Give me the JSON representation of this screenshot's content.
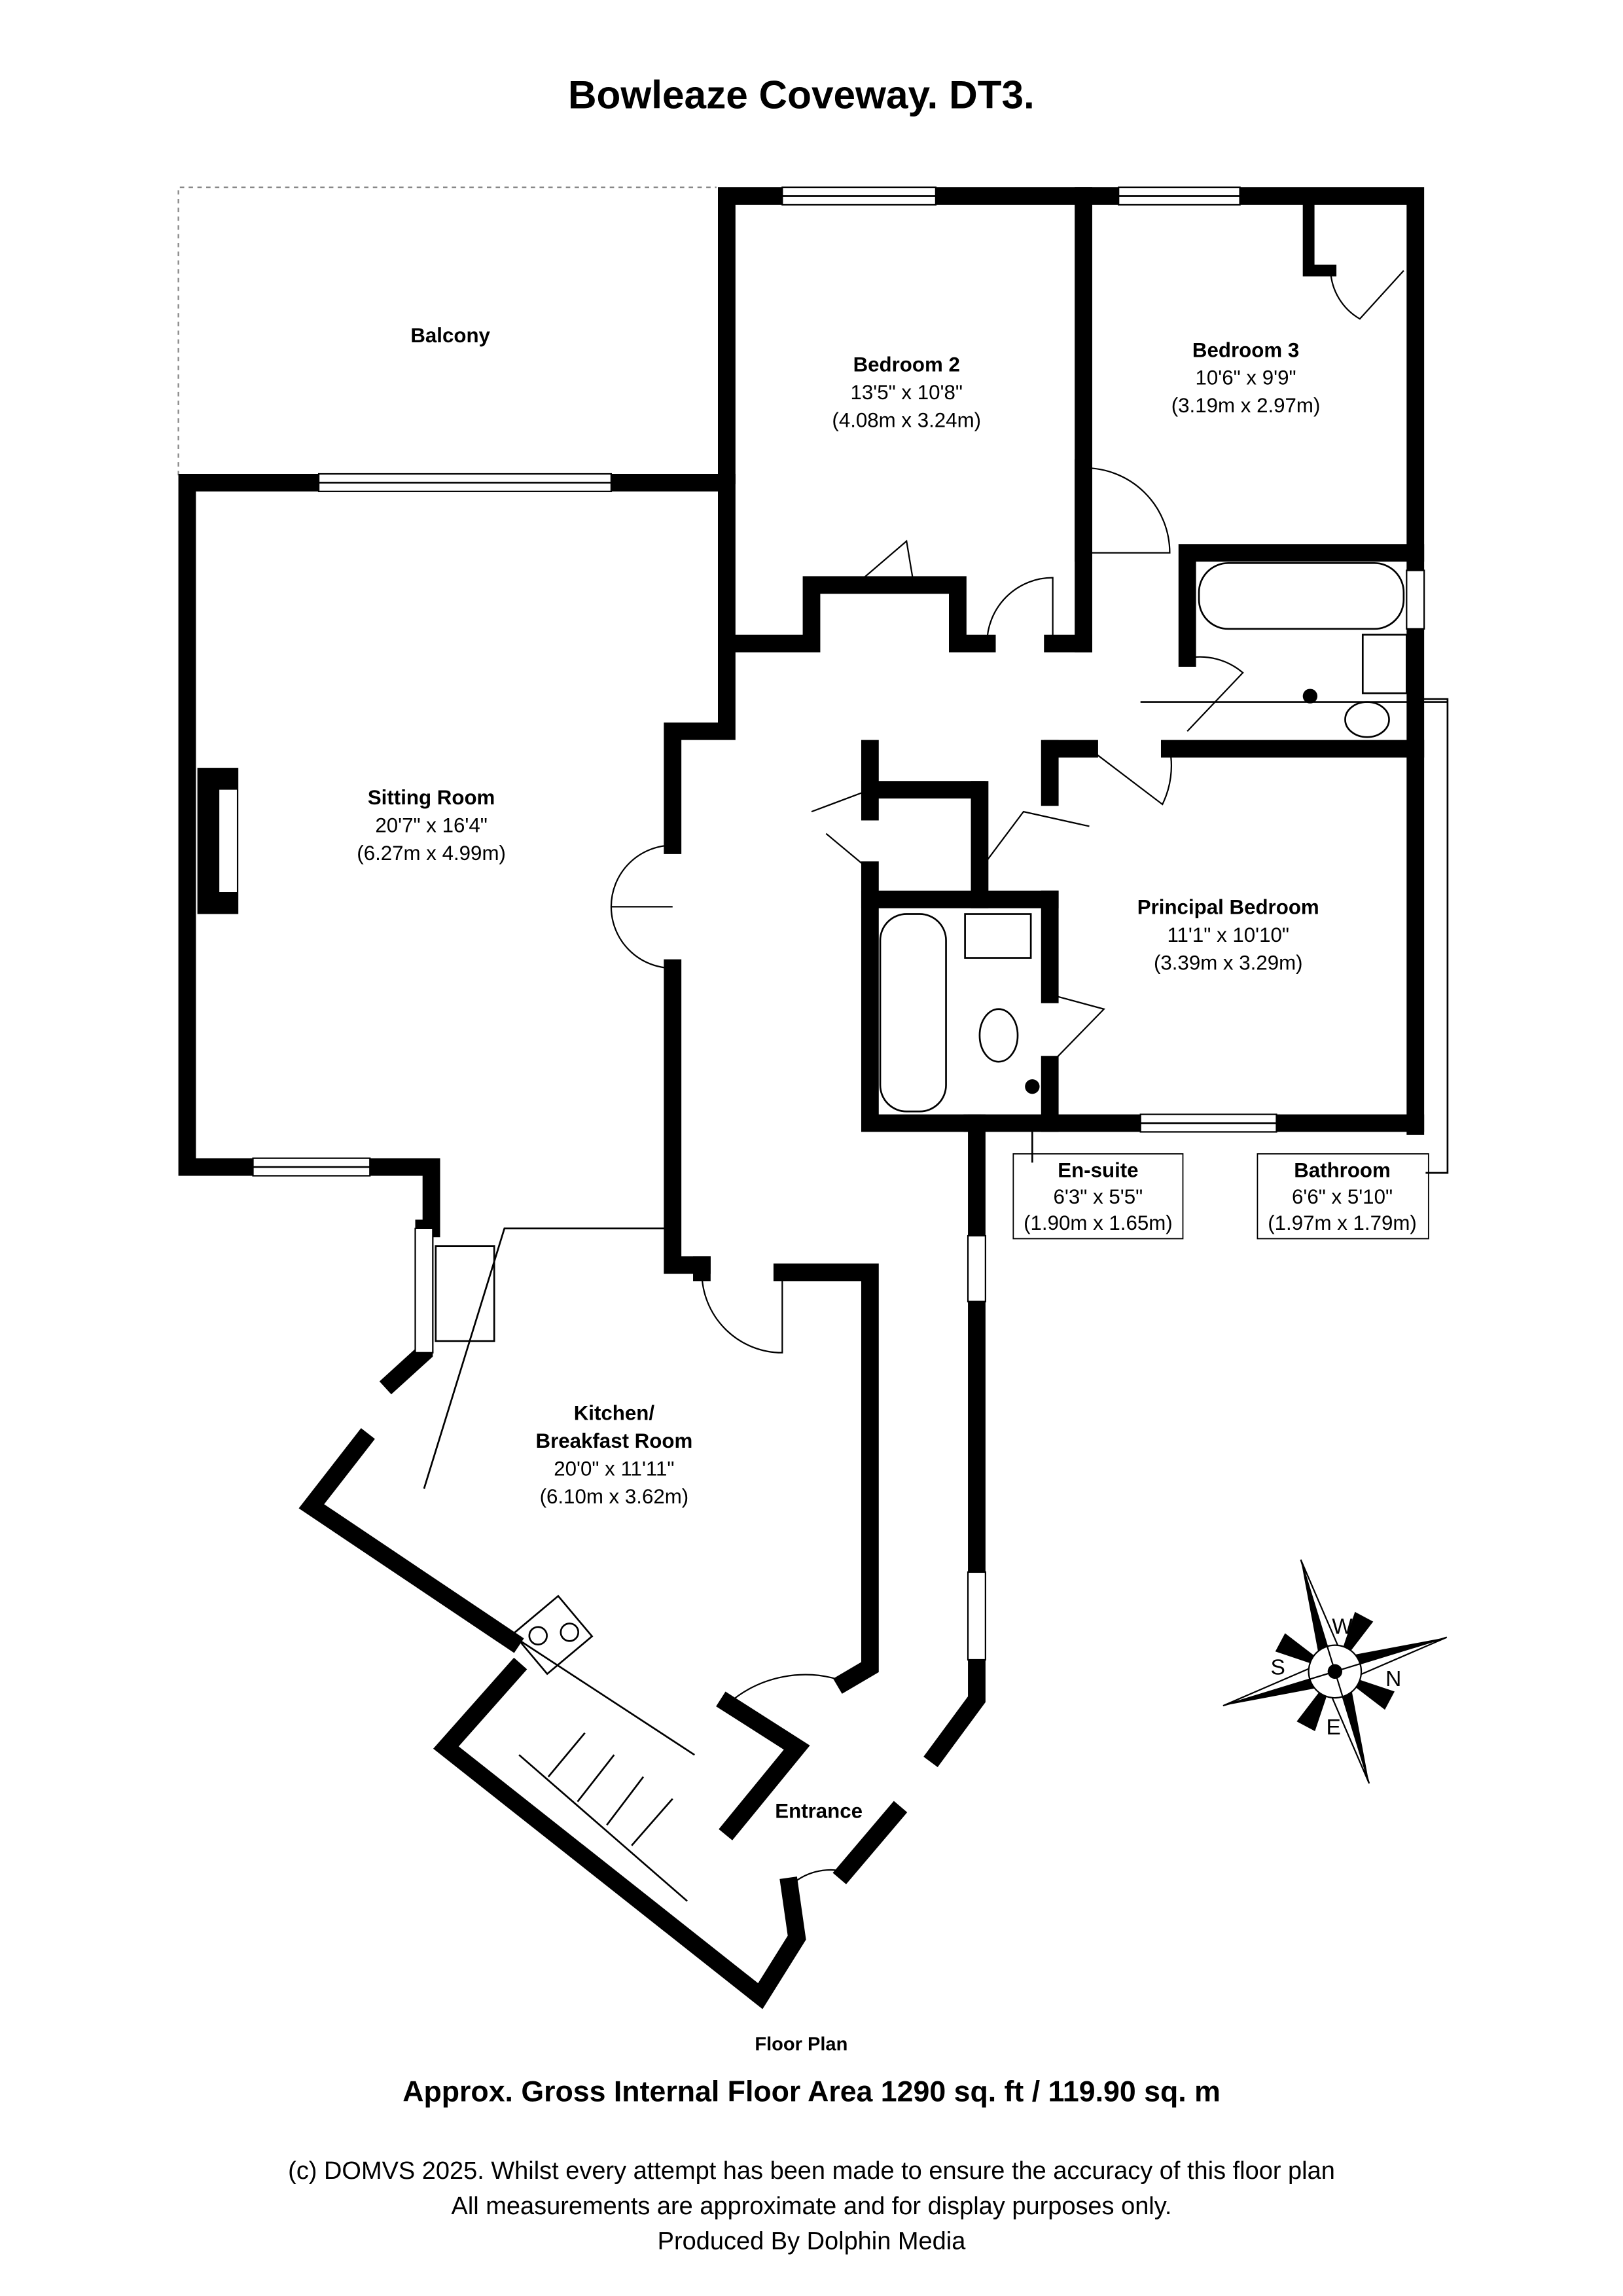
{
  "title": "Bowleaze Coveway. DT3.",
  "rooms": [
    {
      "name": "Balcony"
    },
    {
      "name": "Bedroom 2",
      "imperial": "13'5\" x 10'8\"",
      "metric": "(4.08m x 3.24m)"
    },
    {
      "name": "Bedroom 3",
      "imperial": "10'6\" x 9'9\"",
      "metric": "(3.19m x 2.97m)"
    },
    {
      "name": "Sitting Room",
      "imperial": "20'7\" x 16'4\"",
      "metric": "(6.27m x 4.99m)"
    },
    {
      "name": "Principal Bedroom",
      "imperial": "11'1\" x 10'10\"",
      "metric": "(3.39m x 3.29m)"
    },
    {
      "name": "En-suite",
      "imperial": "6'3\" x 5'5\"",
      "metric": "(1.90m x 1.65m)"
    },
    {
      "name": "Bathroom",
      "imperial": "6'6\" x 5'10\"",
      "metric": "(1.97m x 1.79m)"
    },
    {
      "name": "Kitchen/",
      "name2": "Breakfast Room",
      "imperial": "20'0\" x 11'11\"",
      "metric": "(6.10m x 3.62m)"
    },
    {
      "name": "Entrance"
    }
  ],
  "compass": {
    "n": "N",
    "s": "S",
    "e": "E",
    "w": "W"
  },
  "footer": {
    "plan_label": "Floor Plan",
    "area": "Approx. Gross Internal Floor Area 1290 sq. ft / 119.90 sq. m",
    "disclaimer1": "(c) DOMVS 2025. Whilst every attempt has been made to ensure the accuracy of this floor plan",
    "disclaimer2": "All measurements are approximate and for display purposes only.",
    "producer": "Produced By Dolphin Media"
  }
}
